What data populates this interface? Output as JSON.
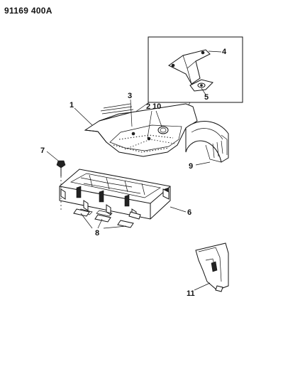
{
  "doc_id": "91169 400A",
  "callouts": [
    "1",
    "2",
    "3",
    "4",
    "5",
    "6",
    "7",
    "8",
    "9",
    "10",
    "11"
  ]
}
